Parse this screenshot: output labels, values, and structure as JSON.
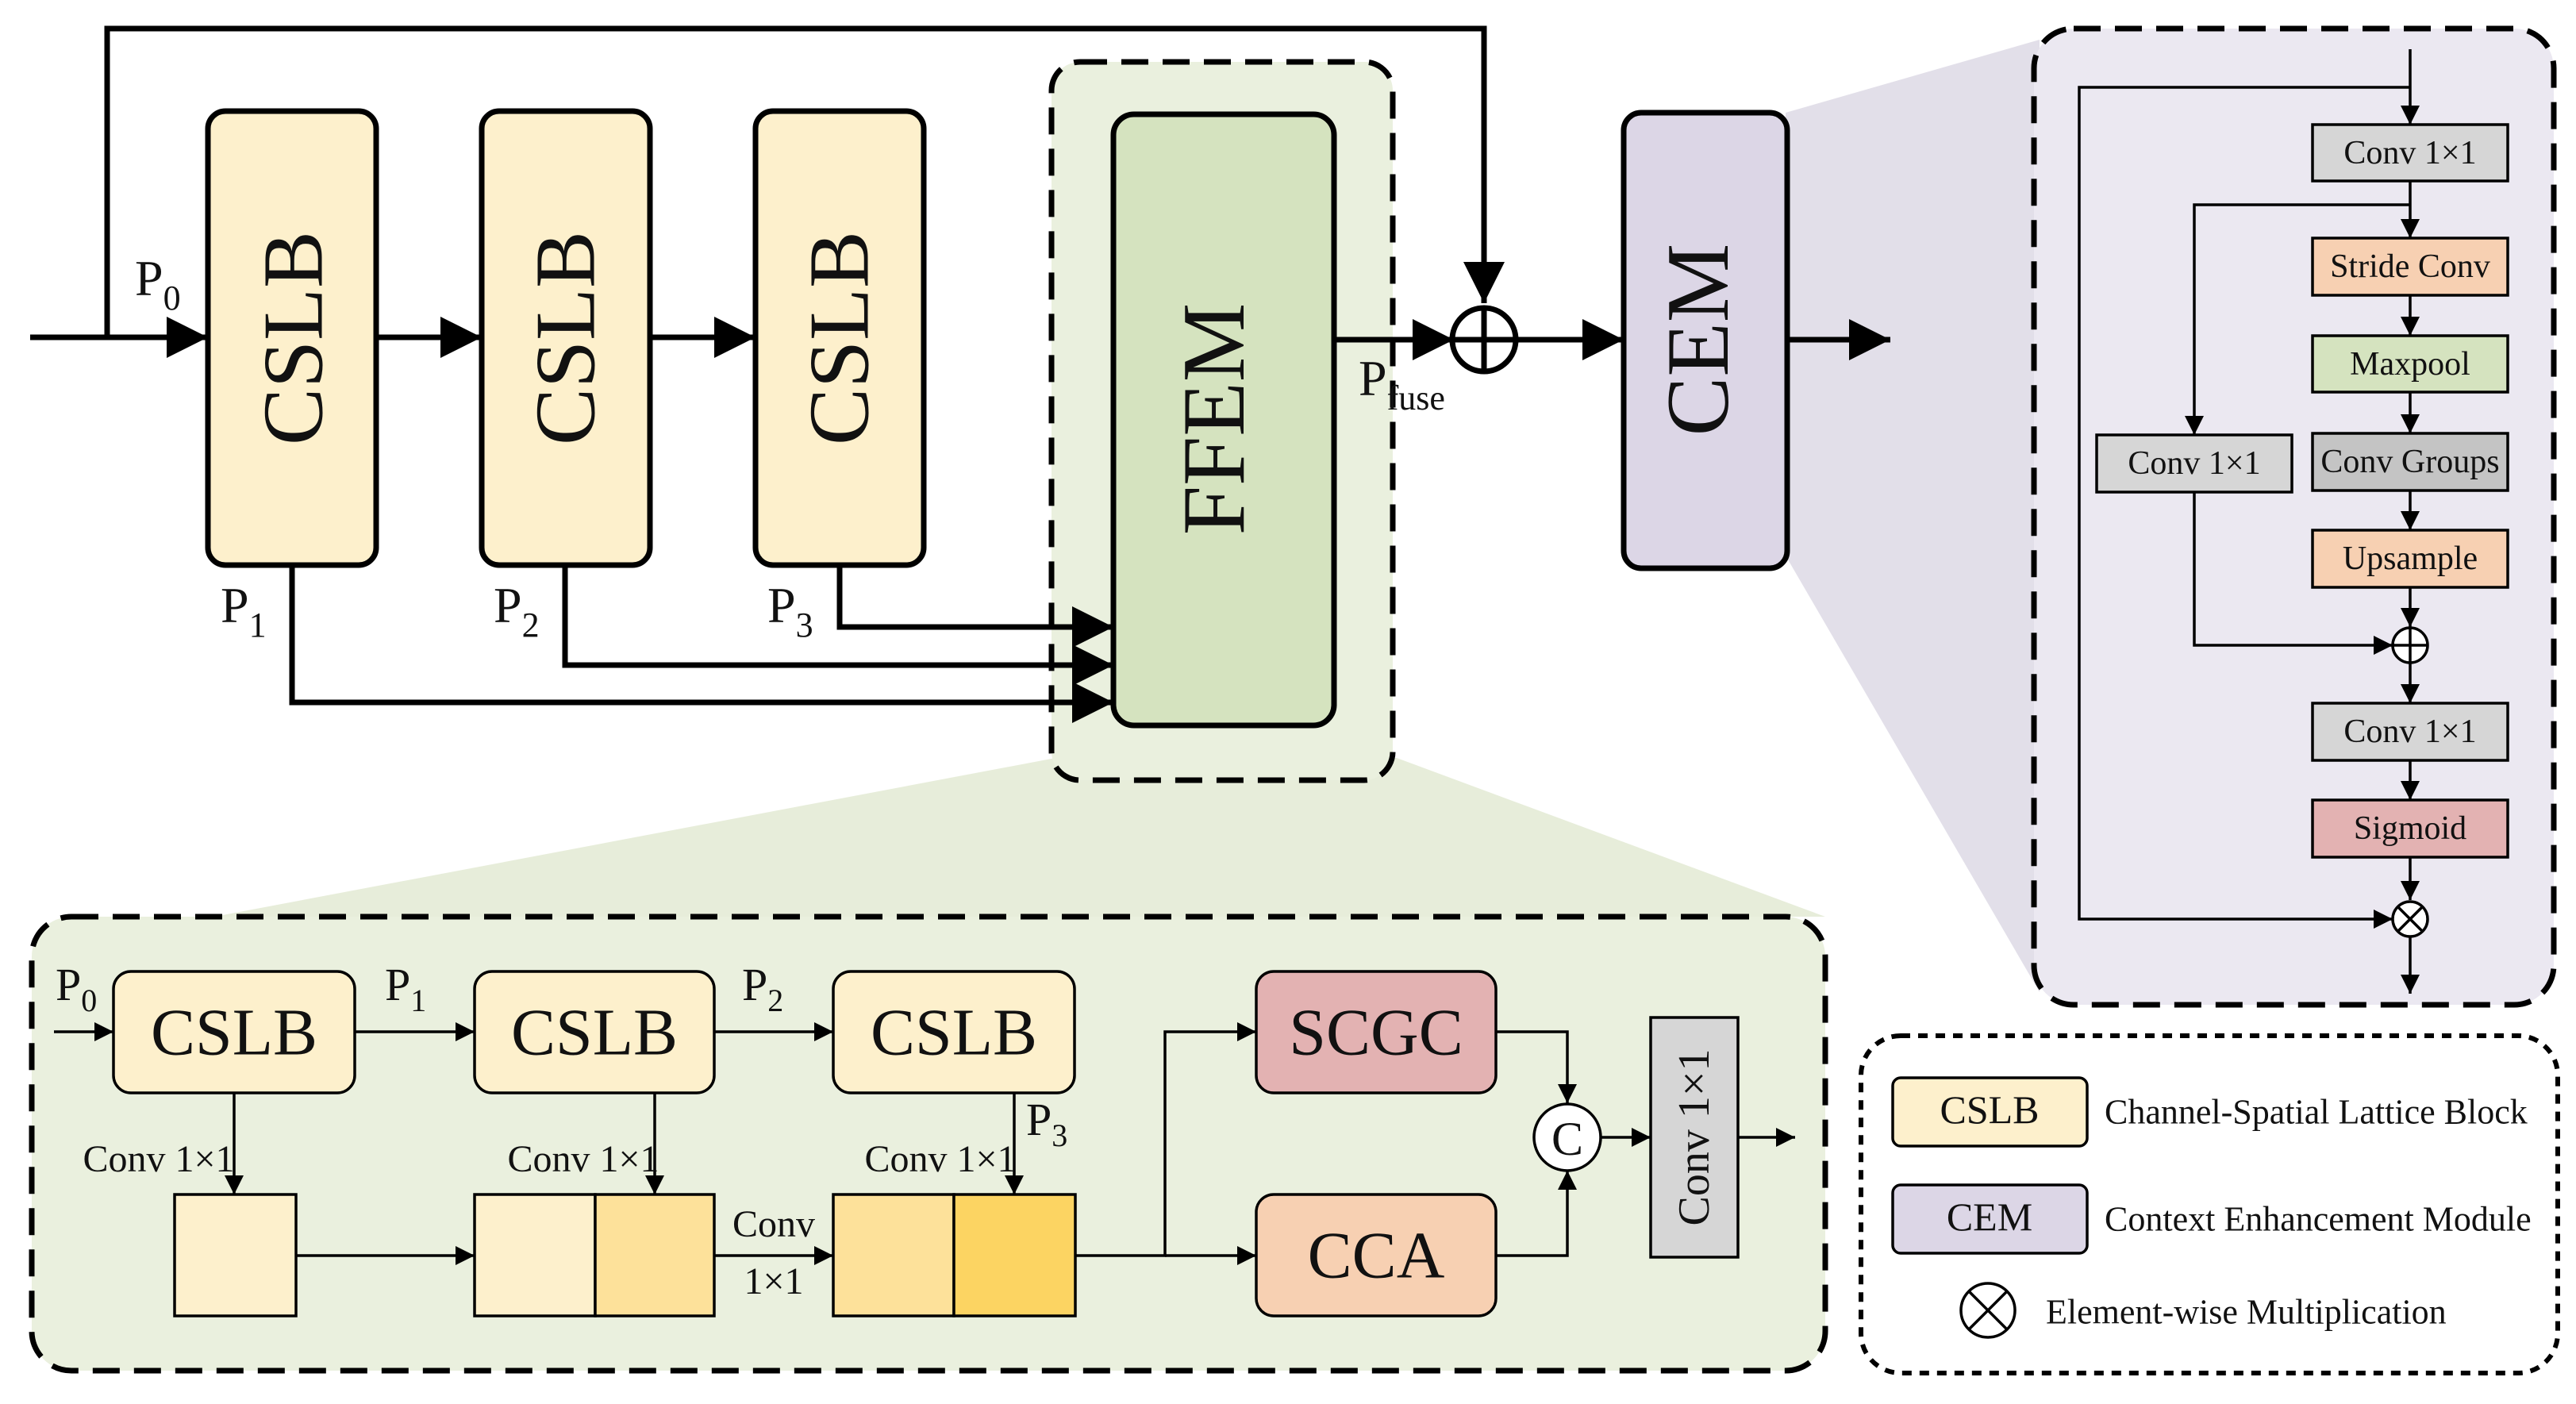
{
  "colors": {
    "cslb_fill": "#fdf0cc",
    "ffem_fill": "#d5e3bf",
    "ffem_panel": "#eaf0de",
    "cem_fill": "#dcd6e6",
    "cem_panel": "#ebe8f1",
    "conv_gray": "#d6d6d6",
    "conv_groups": "#c4c4c4",
    "stride_conv": "#f7d0b2",
    "maxpool": "#d5e3bf",
    "upsample": "#f7d0b2",
    "sigmoid": "#e3b2b2",
    "scgc": "#e3b2b2",
    "cca": "#f7d0b2",
    "feat_1": "#fdf0cc",
    "feat_2": "#fde19a",
    "feat_3": "#fcd462"
  },
  "top": {
    "cslb_1": "CSLB",
    "cslb_2": "CSLB",
    "cslb_3": "CSLB",
    "ffem": "FFEM",
    "cem": "CEM",
    "p0": {
      "base": "P",
      "sub": "0"
    },
    "p1": {
      "base": "P",
      "sub": "1"
    },
    "p2": {
      "base": "P",
      "sub": "2"
    },
    "p3": {
      "base": "P",
      "sub": "3"
    },
    "pfuse": {
      "base": "P",
      "sub": "fuse"
    },
    "add_symbol": "⊕"
  },
  "cem_detail": {
    "conv_top": "Conv 1×1",
    "stride_conv": "Stride Conv",
    "maxpool": "Maxpool",
    "conv_groups": "Conv Groups",
    "conv_side": "Conv 1×1",
    "upsample": "Upsample",
    "conv_after": "Conv 1×1",
    "sigmoid": "Sigmoid"
  },
  "ffem_detail": {
    "cslb_1": "CSLB",
    "cslb_2": "CSLB",
    "cslb_3": "CSLB",
    "p0": {
      "base": "P",
      "sub": "0"
    },
    "p1": {
      "base": "P",
      "sub": "1"
    },
    "p2": {
      "base": "P",
      "sub": "2"
    },
    "p3": {
      "base": "P",
      "sub": "3"
    },
    "conv_label_1": "Conv 1×1",
    "conv_label_2": "Conv 1×1",
    "conv_label_3": "Conv 1×1",
    "conv_mid_line1": "Conv",
    "conv_mid_line2": "1×1",
    "scgc": "SCGC",
    "cca": "CCA",
    "concat_symbol": "C",
    "conv_final": "Conv 1×1"
  },
  "legend": {
    "items": [
      {
        "key": "CSLB",
        "desc": "Channel-Spatial Lattice Block"
      },
      {
        "key": "CEM",
        "desc": "Context Enhancement Module"
      },
      {
        "key": "⊗",
        "desc": "Element-wise Multiplication"
      }
    ]
  }
}
